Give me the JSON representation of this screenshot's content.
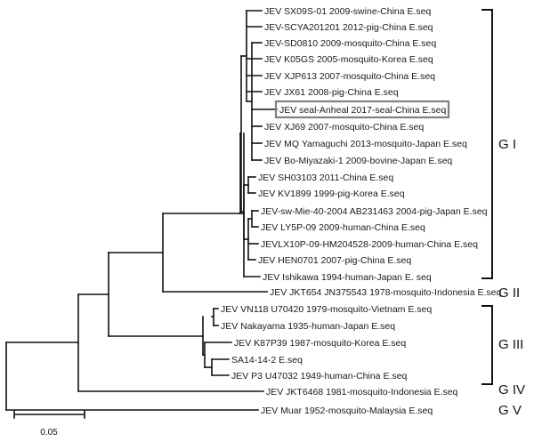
{
  "leaves": [
    {
      "id": "sx09s",
      "label": "JEV SX09S-01 2009-swine-China E.seq"
    },
    {
      "id": "scya",
      "label": "JEV-SCYA201201 2012-pig-China E.seq"
    },
    {
      "id": "sd0810",
      "label": "JEV-SD0810 2009-mosquito-China E.seq"
    },
    {
      "id": "k05gs",
      "label": "JEV K05GS 2005-mosquito-Korea E.seq"
    },
    {
      "id": "xjp613",
      "label": "JEV XJP613 2007-mosquito-China E.seq"
    },
    {
      "id": "jx61",
      "label": "JEV JX61 2008-pig-China E.seq"
    },
    {
      "id": "seal",
      "label": "JEV seal-Anheal 2017-seal-China E.seq",
      "highlight": true
    },
    {
      "id": "xj69",
      "label": "JEV XJ69 2007-mosquito-China E.seq"
    },
    {
      "id": "mq",
      "label": "JEV MQ Yamaguchi 2013-mosquito-Japan E.seq"
    },
    {
      "id": "bo",
      "label": "JEV Bo-Miyazaki-1 2009-bovine-Japan E.seq"
    },
    {
      "id": "sh03103",
      "label": "JEV SH03103 2011-China E.seq"
    },
    {
      "id": "kv1899",
      "label": "JEV KV1899 1999-pig-Korea E.seq"
    },
    {
      "id": "swmie",
      "label": "JEV-sw-Mie-40-2004 AB231463 2004-pig-Japan E.seq"
    },
    {
      "id": "ly5p",
      "label": "JEV LY5P-09 2009-human-China E.seq"
    },
    {
      "id": "lx10p",
      "label": "JEVLX10P-09-HM204528-2009-human-China E.seq"
    },
    {
      "id": "hen0701",
      "label": "JEV HEN0701 2007-pig-China E.seq"
    },
    {
      "id": "ishikawa",
      "label": "JEV Ishikawa 1994-human-Japan E. seq"
    },
    {
      "id": "jkt654",
      "label": "JEV JKT654 JN375543 1978-mosquito-Indonesia E.seq"
    },
    {
      "id": "vn118",
      "label": "JEV VN118 U70420 1979-mosquito-Vietnam E.seq"
    },
    {
      "id": "nakayama",
      "label": "JEV Nakayama 1935-human-Japan E.seq"
    },
    {
      "id": "k87p39",
      "label": "JEV K87P39 1987-mosquito-Korea E.seq"
    },
    {
      "id": "sa14",
      "label": "SA14-14-2 E.seq"
    },
    {
      "id": "p3",
      "label": "JEV P3 U47032 1949-human-China E.seq"
    },
    {
      "id": "jkt6468",
      "label": "JEV JKT6468 1981-mosquito-Indonesia E.seq"
    },
    {
      "id": "muar",
      "label": "JEV Muar 1952-mosquito-Malaysia E.seq"
    }
  ],
  "genotypes": [
    {
      "id": "g1",
      "label": "G I"
    },
    {
      "id": "g2",
      "label": "G II"
    },
    {
      "id": "g3",
      "label": "G III"
    },
    {
      "id": "g4",
      "label": "G IV"
    },
    {
      "id": "g5",
      "label": "G V"
    }
  ],
  "scale_bar": {
    "label": "0.05"
  }
}
